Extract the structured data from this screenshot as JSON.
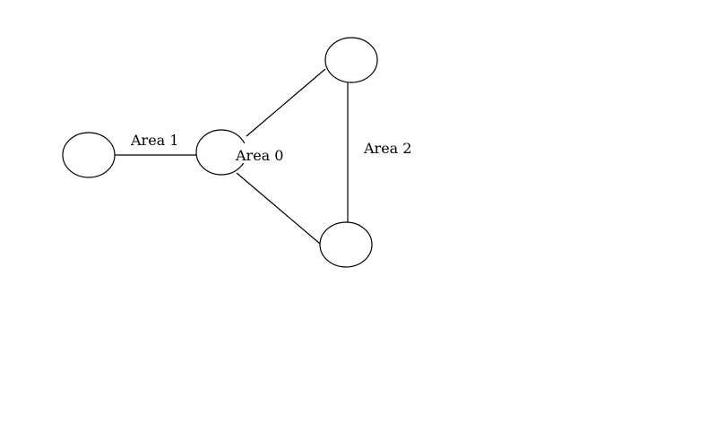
{
  "diagram": {
    "labels": {
      "area1": "Area 1",
      "area0": "Area 0",
      "area2": "Area 2"
    },
    "nodes": [
      "left-router",
      "center-router",
      "top-router",
      "bottom-router"
    ],
    "links": [
      {
        "from": "left-router",
        "to": "center-router",
        "area": "Area 1"
      },
      {
        "from": "center-router",
        "to": "top-router"
      },
      {
        "from": "center-router",
        "to": "bottom-router"
      },
      {
        "from": "top-router",
        "to": "bottom-router",
        "area": "Area 2"
      }
    ],
    "stroke_color": "#000000",
    "background": "#ffffff"
  }
}
